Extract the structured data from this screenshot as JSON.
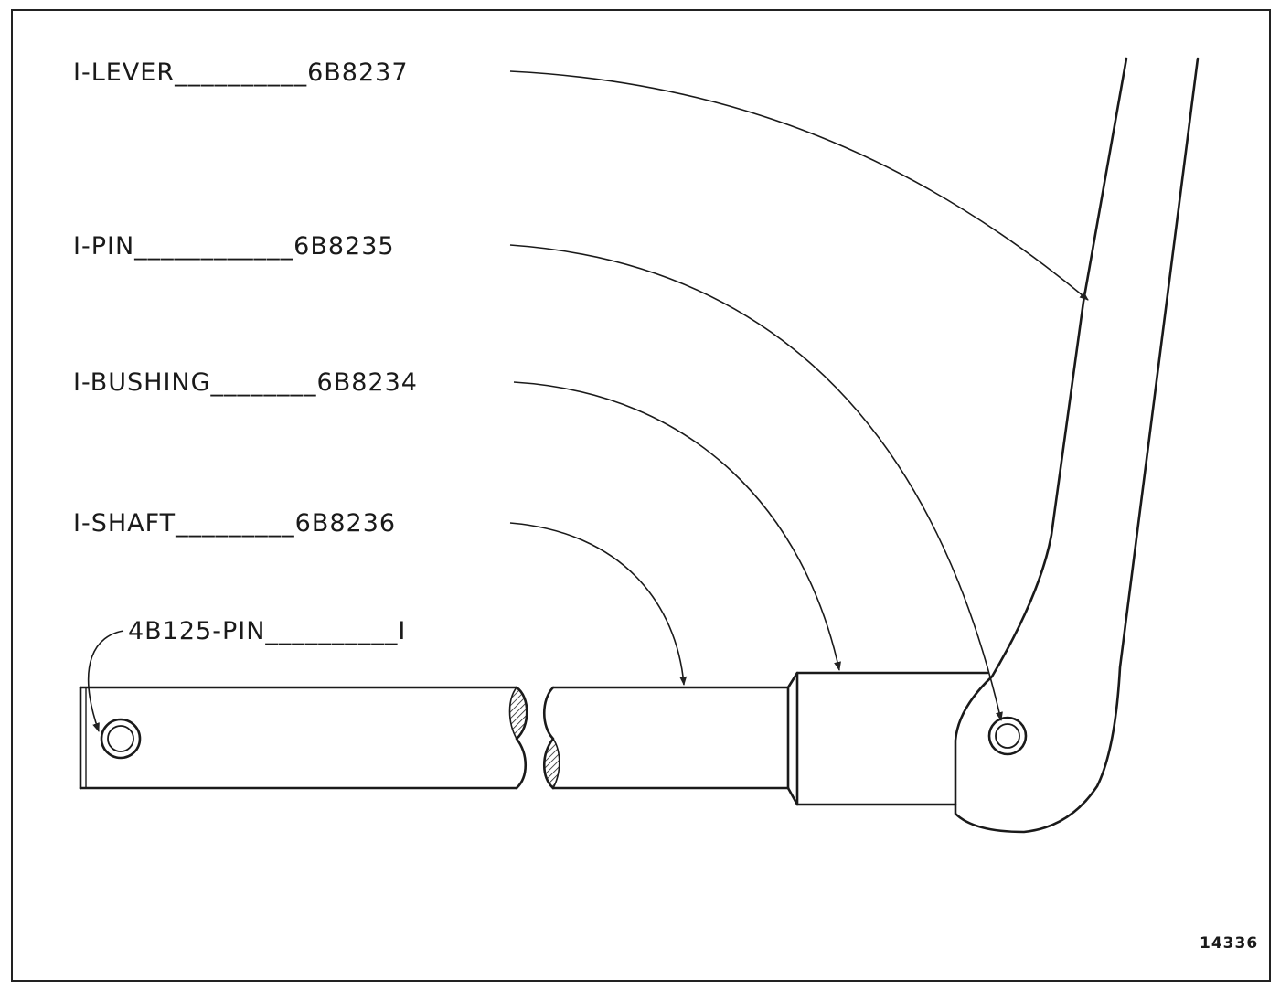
{
  "callouts": {
    "lever": "I-LEVER__________6B8237",
    "pin": "I-PIN____________6B8235",
    "bushing": "I-BUSHING________6B8234",
    "shaft": "I-SHAFT_________6B8236",
    "small_pin": "4B125-PIN__________I"
  },
  "figure_number": "14336"
}
